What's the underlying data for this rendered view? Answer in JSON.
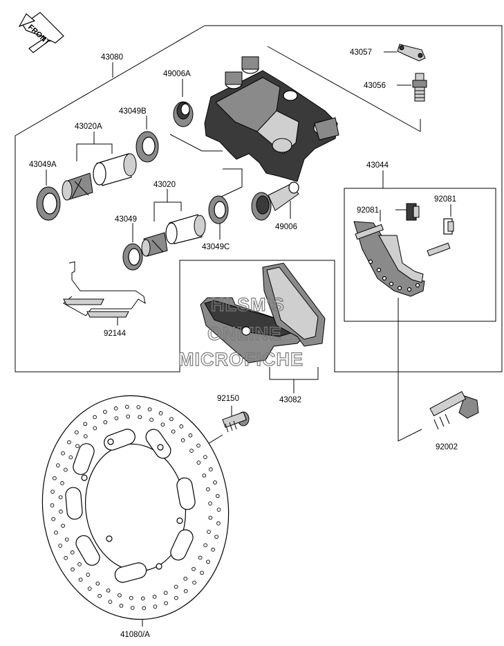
{
  "front_badge": "FRONT",
  "watermark": [
    "HLSM'S",
    "ONLINE",
    "MICROFICHE"
  ],
  "parts": {
    "caliper_assembly": "43080",
    "bleeder_cap": "43057",
    "bleeder_valve": "43056",
    "dust_boot_a": "49006A",
    "seal_b": "43049B",
    "piston_a": "43020A",
    "seal_a": "43049A",
    "piston": "43020",
    "seal": "43049",
    "seal_c": "43049C",
    "dust_boot": "49006",
    "spring": "92144",
    "bracket_assembly": "43044",
    "rubber_left": "92081",
    "rubber_right": "92081",
    "pad_assembly": "43082",
    "rotor_bolt": "92150",
    "mount_bolt": "92002",
    "brake_disc": "41080/A"
  }
}
